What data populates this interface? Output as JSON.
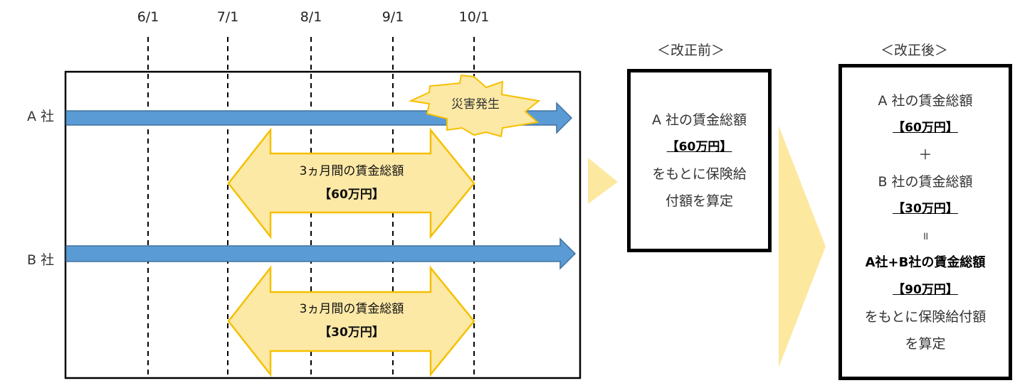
{
  "timeline": {
    "dates": [
      "6/1",
      "7/1",
      "8/1",
      "9/1",
      "10/1"
    ],
    "companies": [
      "A 社",
      "B 社"
    ],
    "disaster": "災害発生",
    "period_a": {
      "label": "3ヵ月間の賃金総額",
      "amount": "【60万円】"
    },
    "period_b": {
      "label": "3ヵ月間の賃金総額",
      "amount": "【30万円】"
    }
  },
  "before": {
    "title": "＜改正前＞",
    "lines": [
      "A 社の賃金総額",
      "【60万円】",
      "をもとに保険給",
      "付額を算定"
    ]
  },
  "after": {
    "title": "＜改正後＞",
    "lines": [
      "A 社の賃金総額",
      "【60万円】",
      "＋",
      "B 社の賃金総額",
      "【30万円】",
      "॥",
      "A社+B社の賃金総額",
      "【90万円】",
      "をもとに保険給付額",
      "を算定"
    ]
  },
  "colors": {
    "arrow_blue": "#5b9bd5",
    "arrow_blue_stroke": "#41719c",
    "yellow_fill": "#fde9a6",
    "yellow_stroke": "#f5c000",
    "flow_arrow": "#fde8a0"
  }
}
